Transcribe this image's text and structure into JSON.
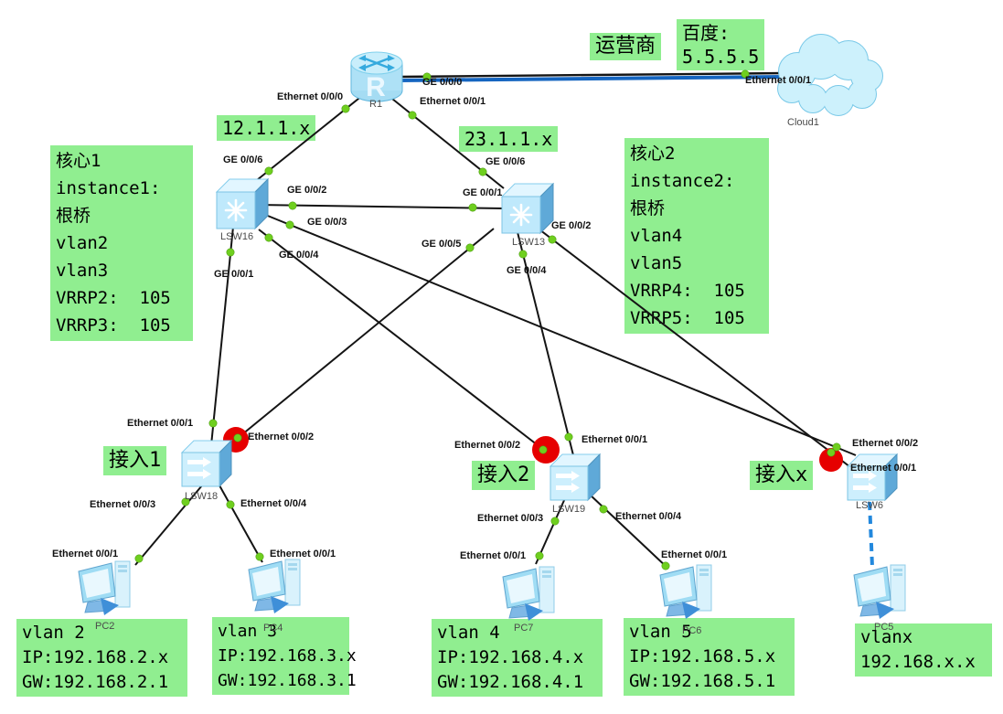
{
  "devices": {
    "r1": "R1",
    "r1_icon_letter": "R",
    "cloud1": "Cloud1",
    "lsw16": "LSW16",
    "lsw13": "LSW13",
    "lsw18": "LSW18",
    "lsw19": "LSW19",
    "lsw6": "LSW6",
    "pc2": "PC2",
    "pc4": "PC4",
    "pc7": "PC7",
    "pc6": "PC6",
    "pc5": "PC5"
  },
  "ports": {
    "r1_ge0": "GE 0/0/0",
    "r1_eth0": "Ethernet 0/0/0",
    "r1_eth1": "Ethernet 0/0/1",
    "cloud_eth1": "Ethernet 0/0/1",
    "lsw16_ge6": "GE 0/0/6",
    "lsw16_ge2": "GE 0/0/2",
    "lsw16_ge3": "GE 0/0/3",
    "lsw16_ge4": "GE 0/0/4",
    "lsw16_ge1": "GE 0/0/1",
    "lsw13_ge6": "GE 0/0/6",
    "lsw13_ge1": "GE 0/0/1",
    "lsw13_ge2": "GE 0/0/2",
    "lsw13_ge5": "GE 0/0/5",
    "lsw13_ge4": "GE 0/0/4",
    "lsw18_eth1": "Ethernet 0/0/1",
    "lsw18_eth2": "Ethernet 0/0/2",
    "lsw18_eth3": "Ethernet 0/0/3",
    "lsw18_eth4": "Ethernet 0/0/4",
    "lsw19_eth2": "Ethernet 0/0/2",
    "lsw19_eth1": "Ethernet 0/0/1",
    "lsw19_eth3": "Ethernet 0/0/3",
    "lsw19_eth4": "Ethernet 0/0/4",
    "lsw6_eth2": "Ethernet 0/0/2",
    "lsw6_eth1": "Ethernet 0/0/1",
    "pc2_eth1": "Ethernet 0/0/1",
    "pc4_eth1": "Ethernet 0/0/1",
    "pc7_eth1": "Ethernet 0/0/1",
    "pc6_eth1": "Ethernet 0/0/1"
  },
  "annotations": {
    "carrier": "运营商",
    "baidu": "百度:\n5.5.5.5",
    "net12": "12.1.1.x",
    "net23": "23.1.1.x",
    "core1": "核心1\ninstance1:\n根桥\nvlan2\nvlan3\nVRRP2:  105\nVRRP3:  105",
    "core2": "核心2\ninstance2:\n根桥\nvlan4\nvlan5\nVRRP4:  105\nVRRP5:  105",
    "access1": "接入1",
    "access2": "接入2",
    "accessx": "接入x",
    "pc2_info": "vlan 2\nIP:192.168.2.x\nGW:192.168.2.1",
    "pc4_info": "vlan 3\nIP:192.168.3.x\nGW:192.168.3.1",
    "pc7_info": "vlan 4\nIP:192.168.4.x\nGW:192.168.4.1",
    "pc6_info": "vlan 5\nIP:192.168.5.x\nGW:192.168.5.1",
    "pc5_info": "vlanx\n192.168.x.x"
  },
  "colors": {
    "annotation_bg": "#90ee90",
    "link_black": "#141414",
    "uplink_blue": "#1565c0",
    "dashed_blue": "#2288dd",
    "port_dot_green": "#6fcf1f",
    "blocked_port_red": "#e60000",
    "device_blue": "#bfe9fc"
  }
}
